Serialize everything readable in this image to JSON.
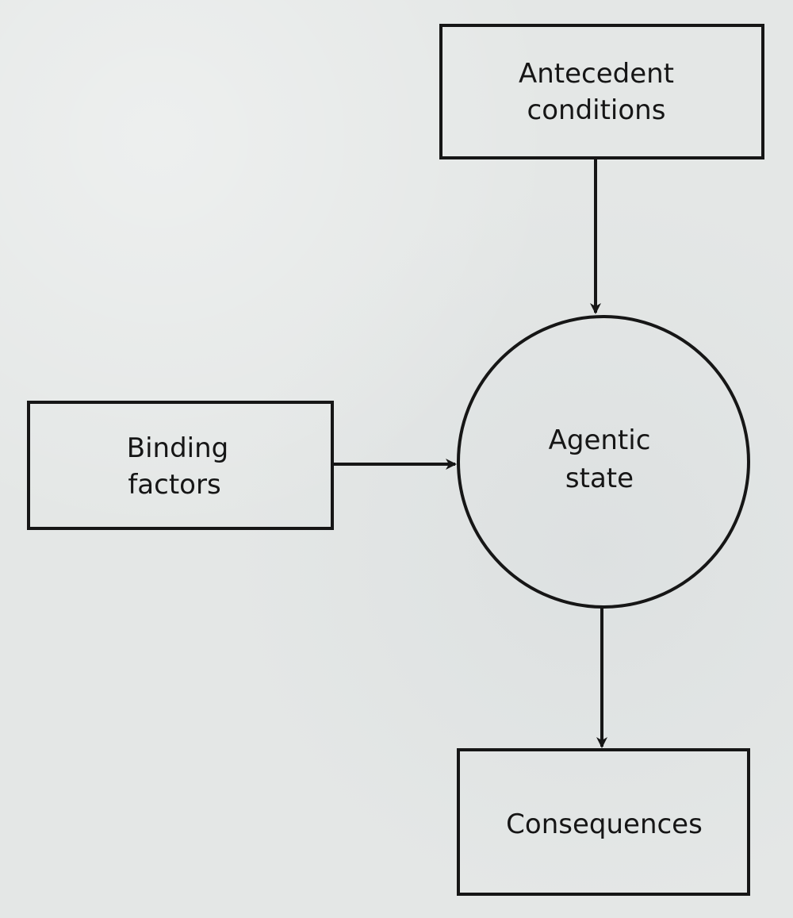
{
  "diagram": {
    "nodes": {
      "antecedent": {
        "lines": [
          "Antecedent",
          "conditions"
        ]
      },
      "binding": {
        "lines": [
          "Binding",
          "factors"
        ]
      },
      "agentic": {
        "lines": [
          "Agentic",
          "state"
        ]
      },
      "consequences": {
        "lines": [
          "Consequences"
        ]
      }
    },
    "edges": [
      {
        "from": "antecedent",
        "to": "agentic"
      },
      {
        "from": "binding",
        "to": "agentic"
      },
      {
        "from": "agentic",
        "to": "consequences"
      }
    ],
    "colors": {
      "ink": "#161616",
      "paper": "#e4e7e6"
    }
  }
}
